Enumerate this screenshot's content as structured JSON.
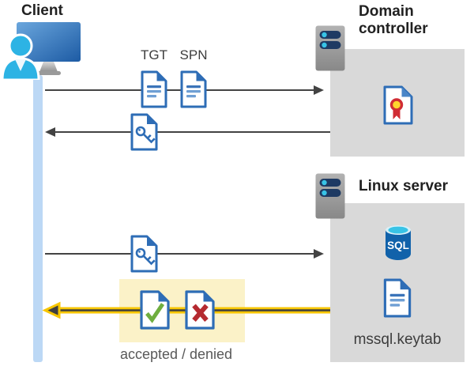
{
  "labels": {
    "client": "Client",
    "domain_controller": "Domain controller",
    "linux_server": "Linux server",
    "tgt": "TGT",
    "spn": "SPN",
    "sql": "SQL",
    "keytab_file": "mssql.keytab",
    "result": "accepted / denied"
  },
  "icons": {
    "client": "client-computer-icon",
    "domain_controller": "server-icon",
    "linux_server": "server-icon",
    "certificate": "certificate-file-icon",
    "tgt_document": "document-file-icon",
    "spn_document": "document-file-icon",
    "service_ticket": "key-file-icon",
    "sql_database": "sql-database-icon",
    "keytab": "document-file-icon",
    "accepted": "accepted-check-file-icon",
    "denied": "denied-x-file-icon"
  },
  "colors": {
    "doc_blue": "#2e6db6",
    "doc_line_blue": "#6f9fd4",
    "accept_green": "#6fae3e",
    "deny_red": "#b52a30",
    "arrow_gray": "#434343",
    "yellow_arrow": "#f7c600",
    "highlight_yellow": "#fbf2c8",
    "panel_gray": "#d9d9d9",
    "lifeline_blue": "#bcd8f5",
    "person_cyan": "#2db3e4",
    "monitor_blue": "#1d5ba4",
    "server_bar_navy": "#1e3a63",
    "sql_body_blue": "#1162aa",
    "sql_top_cyan": "#38c3e6",
    "cert_seal_yellow": "#ffd42e",
    "cert_ribbon_red": "#d02c34"
  }
}
